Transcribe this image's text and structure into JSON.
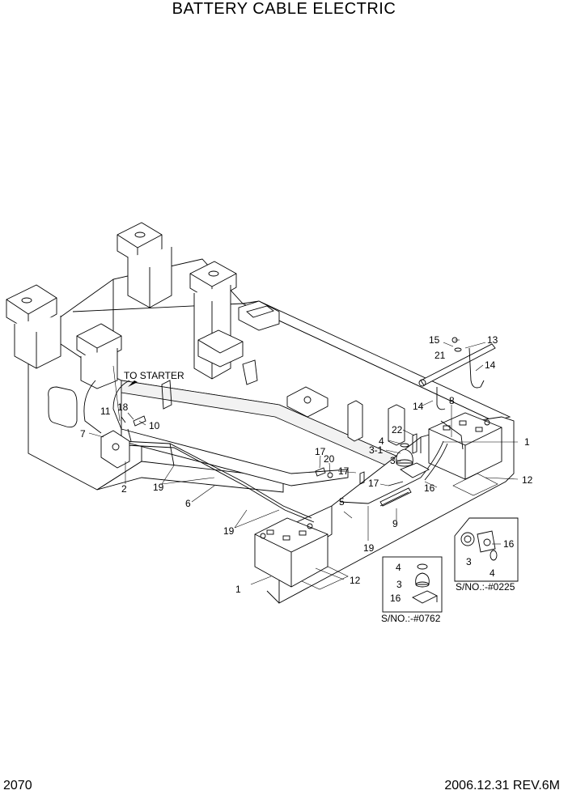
{
  "title": "BATTERY CABLE ELECTRIC",
  "page_number": "2070",
  "revision": "2006.12.31  REV.6M",
  "callouts": {
    "to_starter": "TO STARTER",
    "c1a": "1",
    "c1b": "1",
    "c2": "2",
    "c3a": "3",
    "c3b": "3",
    "c3c": "3",
    "c3_1a": "3-1",
    "c3_1b": "3-1",
    "c4a": "4",
    "c4b": "4",
    "c4c": "4",
    "c5": "5",
    "c6": "6",
    "c7": "7",
    "c8": "8",
    "c9": "9",
    "c10": "10",
    "c11": "11",
    "c12a": "12",
    "c12b": "12",
    "c13": "13",
    "c14a": "14",
    "c14b": "14",
    "c15": "15",
    "c16a": "16",
    "c16b": "16",
    "c16c": "16",
    "c17a": "17",
    "c17b": "17",
    "c17c": "17",
    "c18": "18",
    "c19a": "19",
    "c19b": "19",
    "c19c": "19",
    "c20": "20",
    "c21": "21",
    "c22": "22"
  },
  "detail_boxes": {
    "left_serial": "S/NO.:-#0762",
    "right_serial": "S/NO.:-#0225"
  }
}
